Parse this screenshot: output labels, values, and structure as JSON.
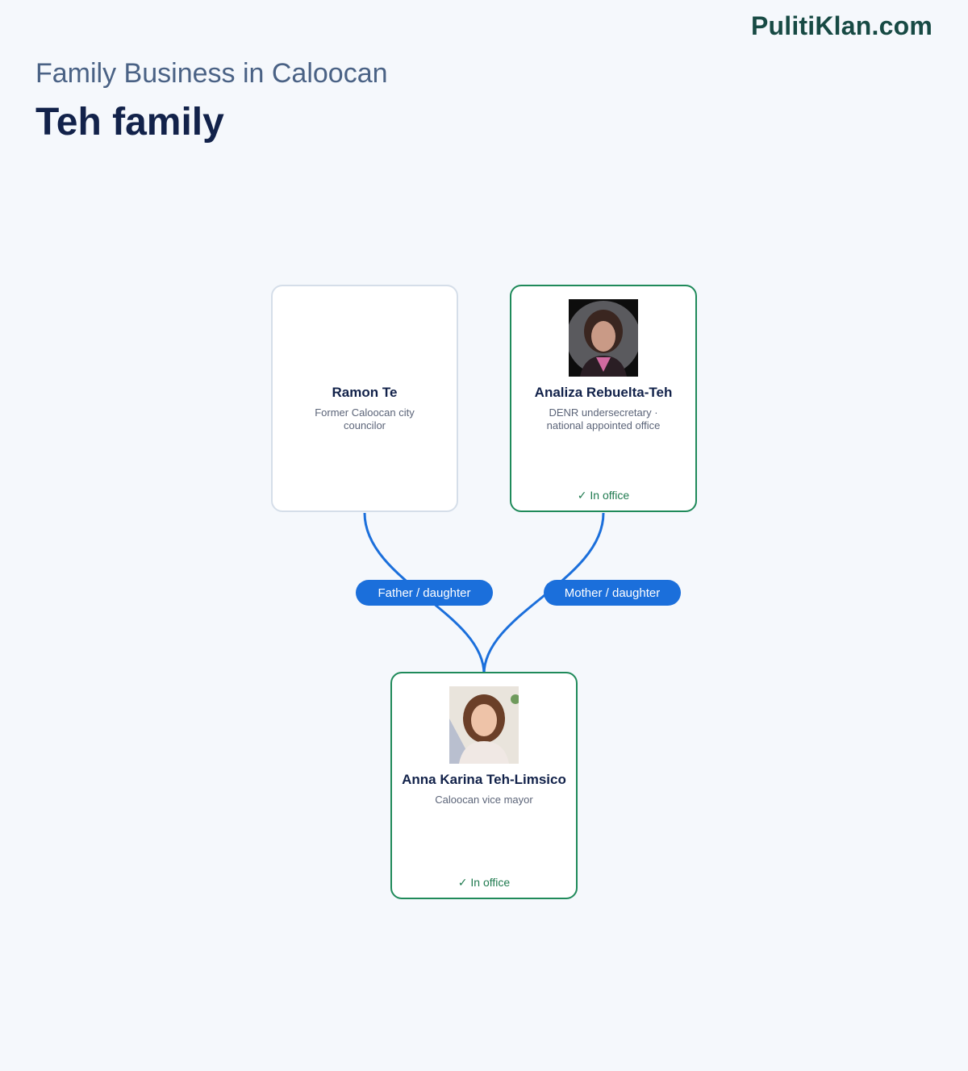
{
  "brand": "PulitiKlan.com",
  "header": {
    "subtitle": "Family Business in Caloocan",
    "title": "Teh family"
  },
  "colors": {
    "link": "#1b6fdb",
    "active_border": "#1f8a5a",
    "inactive_border": "#d5dee9"
  },
  "members": {
    "ramon": {
      "name": "Ramon Te",
      "role": "Former Caloocan city councilor",
      "status": ""
    },
    "analiza": {
      "name": "Analiza Rebuelta-Teh",
      "role": "DENR undersecretary · national appointed office",
      "status": "✓ In office"
    },
    "anna": {
      "name": "Anna Karina Teh-Limsico",
      "role": "Caloocan vice mayor",
      "status": "✓ In office"
    }
  },
  "relations": {
    "father": "Father / daughter",
    "mother": "Mother / daughter"
  }
}
